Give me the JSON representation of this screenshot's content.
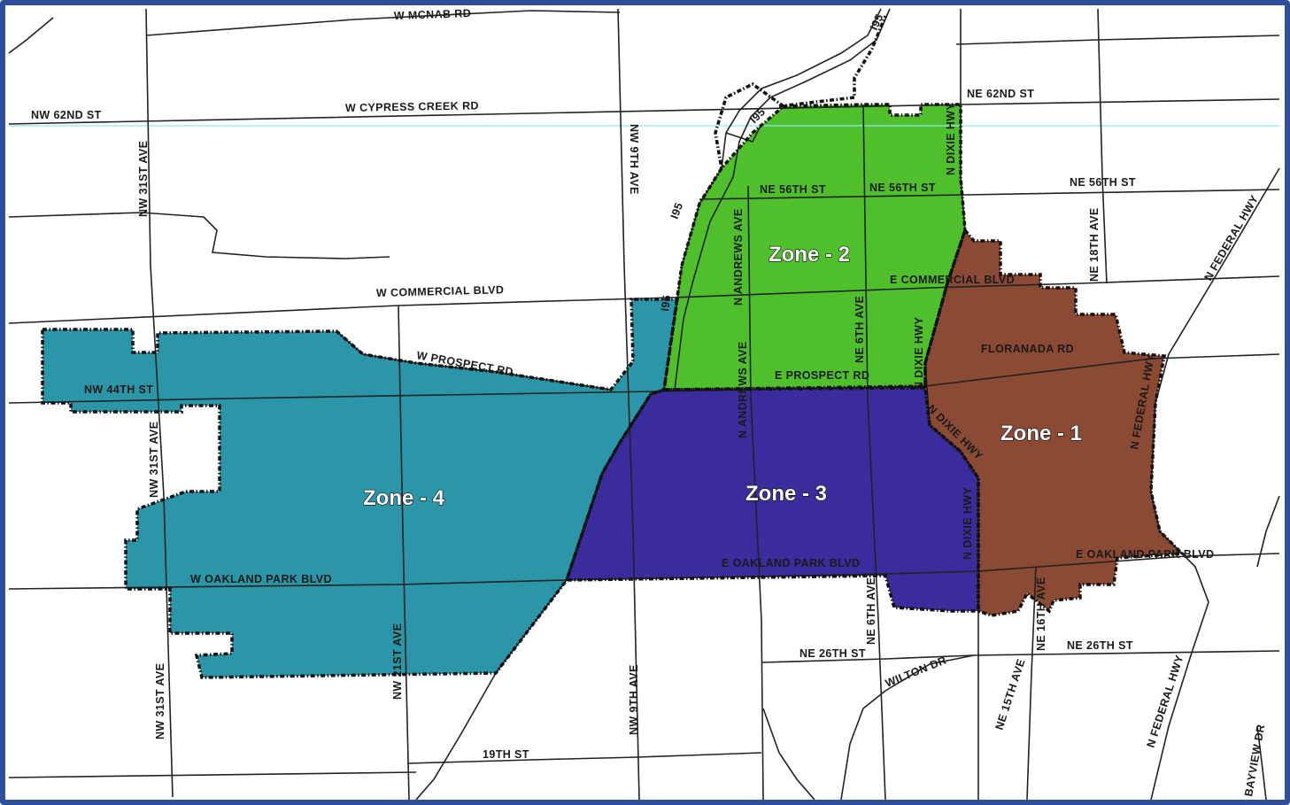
{
  "zones": [
    {
      "id": "zone-1",
      "label": "Zone - 1",
      "color": "#8a4a33"
    },
    {
      "id": "zone-2",
      "label": "Zone - 2",
      "color": "#4fbf2c"
    },
    {
      "id": "zone-3",
      "label": "Zone - 3",
      "color": "#3a2c9c"
    },
    {
      "id": "zone-4",
      "label": "Zone - 4",
      "color": "#2a96a8"
    }
  ],
  "streets": {
    "w_mcnab_rd": "W MCNAB RD",
    "nw_62nd_st": "NW 62ND ST",
    "w_cypress_creek_rd": "W CYPRESS CREEK RD",
    "ne_62nd_st": "NE 62ND ST",
    "i95_north": "I95",
    "i95_mid": "I95",
    "i95_south": "I95",
    "i95_lower": "I95",
    "nw_31st_ave_north": "NW 31ST AVE",
    "nw_9th_ave_north": "NW 9TH AVE",
    "ne_56th_st_1": "NE 56TH ST",
    "ne_56th_st_2": "NE 56TH ST",
    "ne_56th_st_east": "NE 56TH ST",
    "n_dixie_hwy_north": "N DIXIE HWY",
    "ne_18th_ave": "NE 18TH AVE",
    "n_federal_hwy_north": "N FEDERAL HWY",
    "n_andrews_ave_north": "N ANDREWS AVE",
    "w_commercial_blvd": "W COMMERCIAL BLVD",
    "e_commercial_blvd": "E COMMERCIAL BLVD",
    "ne_6th_ave_north": "NE 6TH AVE",
    "n_dixie_hwy_mid": "N DIXIE HWY",
    "floranada_rd": "FLORANADA RD",
    "w_prospect_rd": "W PROSPECT RD",
    "e_prospect_rd": "E PROSPECT RD",
    "nw_44th_st": "NW 44TH ST",
    "n_andrews_ave_mid": "N ANDREWS AVE",
    "n_federal_hwy_mid": "N FEDERAL HWY",
    "n_dixie_hwy_diag": "N DIXIE HWY",
    "nw_31st_ave_mid": "NW 31ST AVE",
    "n_dixie_hwy_south": "N DIXIE HWY",
    "e_oakland_park_blvd_1": "E OAKLAND PARK BLVD",
    "e_oakland_park_blvd_2": "E OAKLAND PARK BLVD",
    "w_oakland_park_blvd": "W OAKLAND PARK BLVD",
    "ne_6th_ave_south": "NE 6TH AVE",
    "ne_16th_ave": "NE 16TH AVE",
    "ne_26th_st_1": "NE 26TH ST",
    "ne_26th_st_2": "NE 26TH ST",
    "wilton_dr": "WILTON DR",
    "nw_21st_ave": "NW 21ST AVE",
    "nw_31st_ave_south": "NW 31ST AVE",
    "nw_9th_ave_south": "NW 9TH AVE",
    "ne_15th_ave": "NE 15TH AVE",
    "n_federal_hwy_south": "N FEDERAL HWY",
    "bayview_dr": "BAYVIEW DR",
    "th_19_st": "19TH ST"
  },
  "colors": {
    "frame": "#2f4f9a",
    "road": "#222222",
    "boundary": "#111111",
    "highlight": "#8fe8f0"
  }
}
